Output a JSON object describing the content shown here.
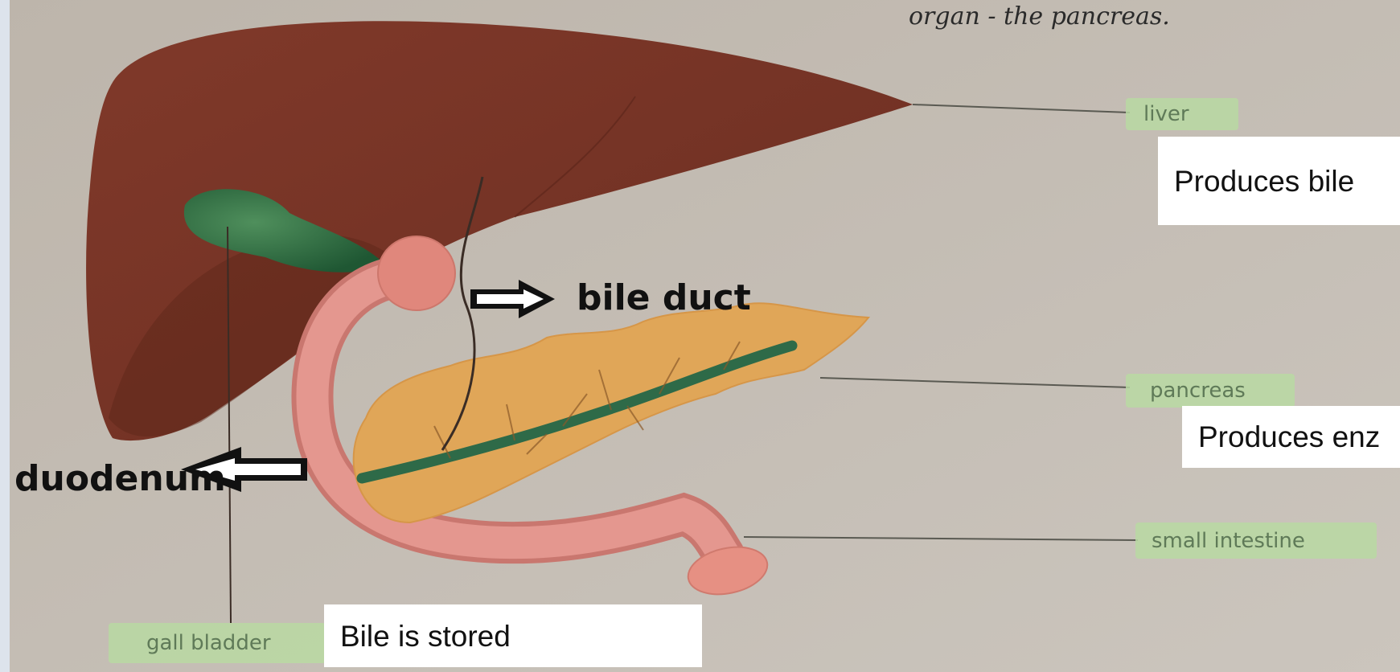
{
  "header_fragment": "organ - the pancreas.",
  "organ_labels": {
    "liver": "liver",
    "pancreas": "pancreas",
    "small_intestine": "small intestine",
    "gall_bladder": "gall bladder"
  },
  "handwritten_labels": {
    "bile_duct": "bile duct",
    "duodenum": "duodenum"
  },
  "notes": {
    "liver_note": "Produces bile",
    "pancreas_note": "Produces enz",
    "gallbladder_note": "Bile is stored"
  },
  "colors": {
    "page_background": "#c4bdb4",
    "liver": "#7a3626",
    "gall_bladder": "#2f6b40",
    "pancreas": "#e0a658",
    "intestine": "#e4978f",
    "label_tag": "#b8d9a2",
    "left_frame": "#dde3ec"
  }
}
